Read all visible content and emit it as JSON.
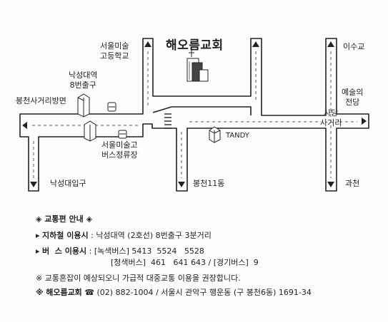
{
  "map": {
    "title": "해오름교회",
    "labels": {
      "art_high": [
        "서울미술",
        "고등학교"
      ],
      "nakseong_exit": [
        "낙성대역",
        "8번출구"
      ],
      "bongcheon_sageori": "봉천사거리방면",
      "bus_stop": [
        "서울미술고",
        "버스정류장"
      ],
      "nakseongdae_ipgu": "낙성대입구",
      "bongcheon11": "봉천11동",
      "tandy": "TANDY",
      "isugyo": "이수교",
      "art_hall": [
        "예술의",
        "전당"
      ],
      "sadang": [
        "사당",
        "사거리"
      ],
      "gwacheon": "과천"
    }
  },
  "info": {
    "heading_mark_left": "◈",
    "heading": "교통편 안내",
    "heading_mark_right": "◈",
    "subway": {
      "bullet": "▸",
      "label": "지하철 이용시",
      "sep": ":",
      "text": "낙성대역 (2호선) 8번출구 3분거리"
    },
    "bus": {
      "bullet": "▸",
      "label": "버  스 이용시",
      "sep": ":",
      "line1": "[녹색버스] 5413  5524   5528",
      "line2": "[청색버스]  461   641 643 / [경기버스]  9"
    },
    "notice": "※  교통혼잡이 예상되오니 가급적 대중교통 이용을 권장합니다.",
    "church": {
      "mark": "※",
      "name": "해오름교회",
      "phone_icon": "☎",
      "phone": "(02) 882-1004",
      "address": "/ 서울시 관악구 행운동 (구 봉천6동) 1691-34"
    }
  }
}
